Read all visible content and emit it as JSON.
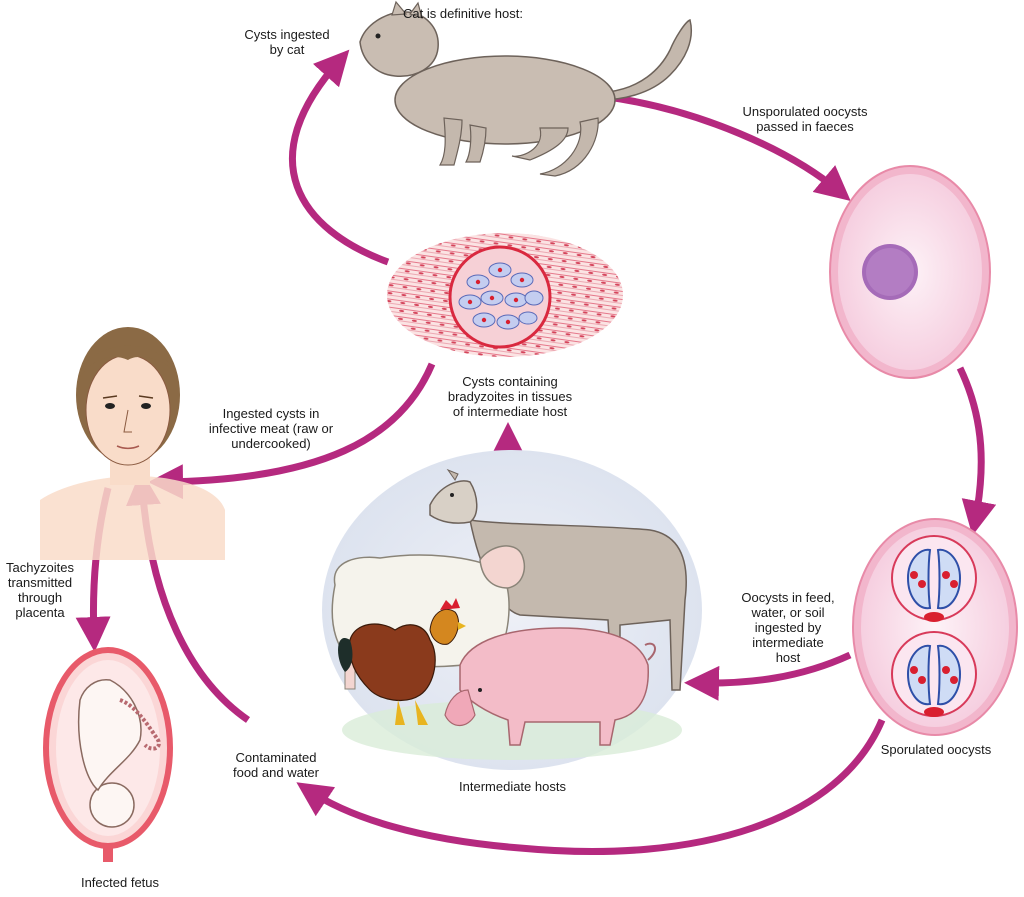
{
  "labels": {
    "cat_definitive_host": "Cat is definitive host:",
    "cysts_ingested_by_cat": [
      "Cysts ingested",
      "by cat"
    ],
    "unsporulated_oocysts": [
      "Unsporulated oocysts",
      "passed in faeces"
    ],
    "cysts_bradyzoites": [
      "Cysts containing",
      "bradyzoites in tissues",
      "of intermediate host"
    ],
    "ingested_cysts_meat": [
      "Ingested cysts in",
      "infective meat (raw or",
      "undercooked)"
    ],
    "tachyzoites": [
      "Tachyzoites",
      "transmitted",
      "through",
      "placenta"
    ],
    "oocysts_in_feed": [
      "Oocysts in feed,",
      "water, or soil",
      "ingested by",
      "intermediate",
      "host"
    ],
    "sporulated_oocysts": "Sporulated oocysts",
    "contaminated_food": [
      "Contaminated",
      "food and water"
    ],
    "intermediate_hosts": "Intermediate hosts",
    "infected_fetus": "Infected fetus"
  },
  "colors": {
    "arrow": "#b5297f",
    "oocyst_ring": "#e88aa8",
    "oocyst_fill": "#fbe6f0",
    "nucleus": "#a56bb8",
    "muscle": "#e5778a",
    "cyst_fill": "#b8c4ea",
    "cat_fur": "#c4b8ad",
    "skin": "#f9dcc9",
    "hair": "#8b6a45",
    "uterus": "#e85a6a",
    "pig": "#f3bcc8",
    "goat": "#c4b9ae",
    "sheep": "#f5f3ec",
    "rooster": "#8a3a1c"
  }
}
